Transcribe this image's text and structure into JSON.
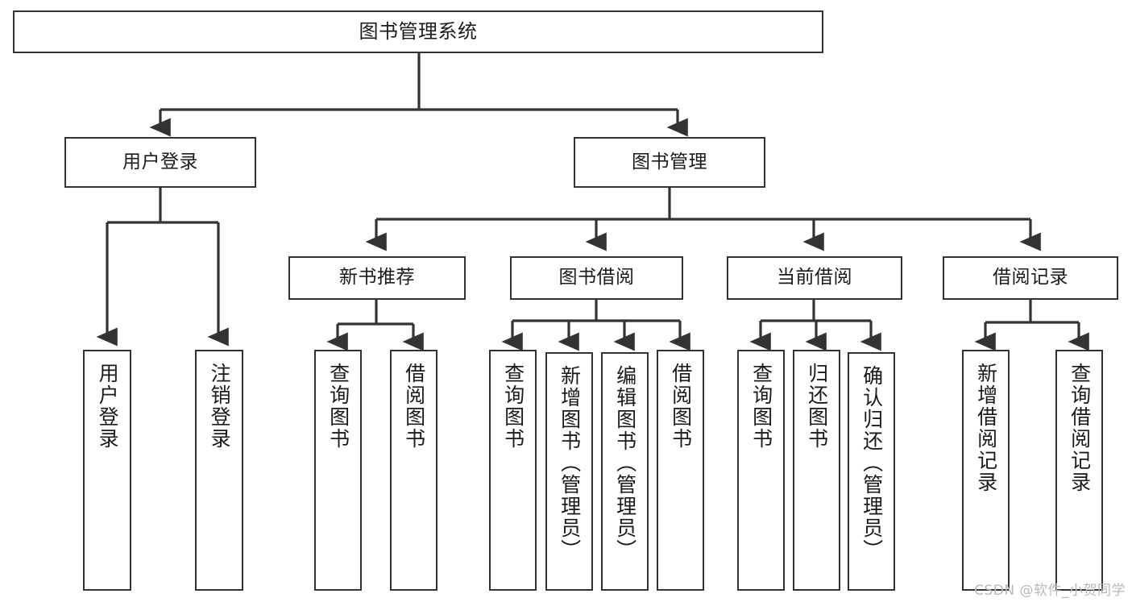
{
  "diagram": {
    "type": "tree-hierarchy-chart",
    "title_node": {
      "id": "root",
      "label": "图书管理系统"
    },
    "level2": [
      {
        "id": "user-login",
        "label": "用户登录"
      },
      {
        "id": "book-manage",
        "label": "图书管理"
      }
    ],
    "level3": [
      {
        "id": "new-book-recommend",
        "label": "新书推荐"
      },
      {
        "id": "book-borrow",
        "label": "图书借阅"
      },
      {
        "id": "current-borrow",
        "label": "当前借阅"
      },
      {
        "id": "borrow-record",
        "label": "借阅记录"
      }
    ],
    "leaves": [
      {
        "id": "leaf-user-login",
        "label": "用户登录",
        "parent": "user-login"
      },
      {
        "id": "leaf-logout-login",
        "label": "注销登录",
        "parent": "user-login"
      },
      {
        "id": "leaf-query-book-1",
        "label": "查询图书",
        "parent": "new-book-recommend"
      },
      {
        "id": "leaf-borrow-book-1",
        "label": "借阅图书",
        "parent": "new-book-recommend"
      },
      {
        "id": "leaf-query-book-2",
        "label": "查询图书",
        "parent": "book-borrow"
      },
      {
        "id": "leaf-add-book",
        "label": "新增图书（管理员）",
        "parent": "book-borrow"
      },
      {
        "id": "leaf-edit-book",
        "label": "编辑图书（管理员）",
        "parent": "book-borrow"
      },
      {
        "id": "leaf-borrow-book-2",
        "label": "借阅图书",
        "parent": "book-borrow"
      },
      {
        "id": "leaf-query-book-3",
        "label": "查询图书",
        "parent": "current-borrow"
      },
      {
        "id": "leaf-return-book",
        "label": "归还图书",
        "parent": "current-borrow"
      },
      {
        "id": "leaf-confirm-return",
        "label": "确认归还（管理员）",
        "parent": "current-borrow"
      },
      {
        "id": "leaf-add-record",
        "label": "新增借阅记录",
        "parent": "borrow-record"
      },
      {
        "id": "leaf-query-record",
        "label": "查询借阅记录",
        "parent": "borrow-record"
      }
    ],
    "watermark": "CSDN @软件_小贺同学",
    "colors": {
      "border": "#333333",
      "background": "#ffffff",
      "text": "#1a1a1a",
      "watermark": "#b9b9b9"
    }
  }
}
